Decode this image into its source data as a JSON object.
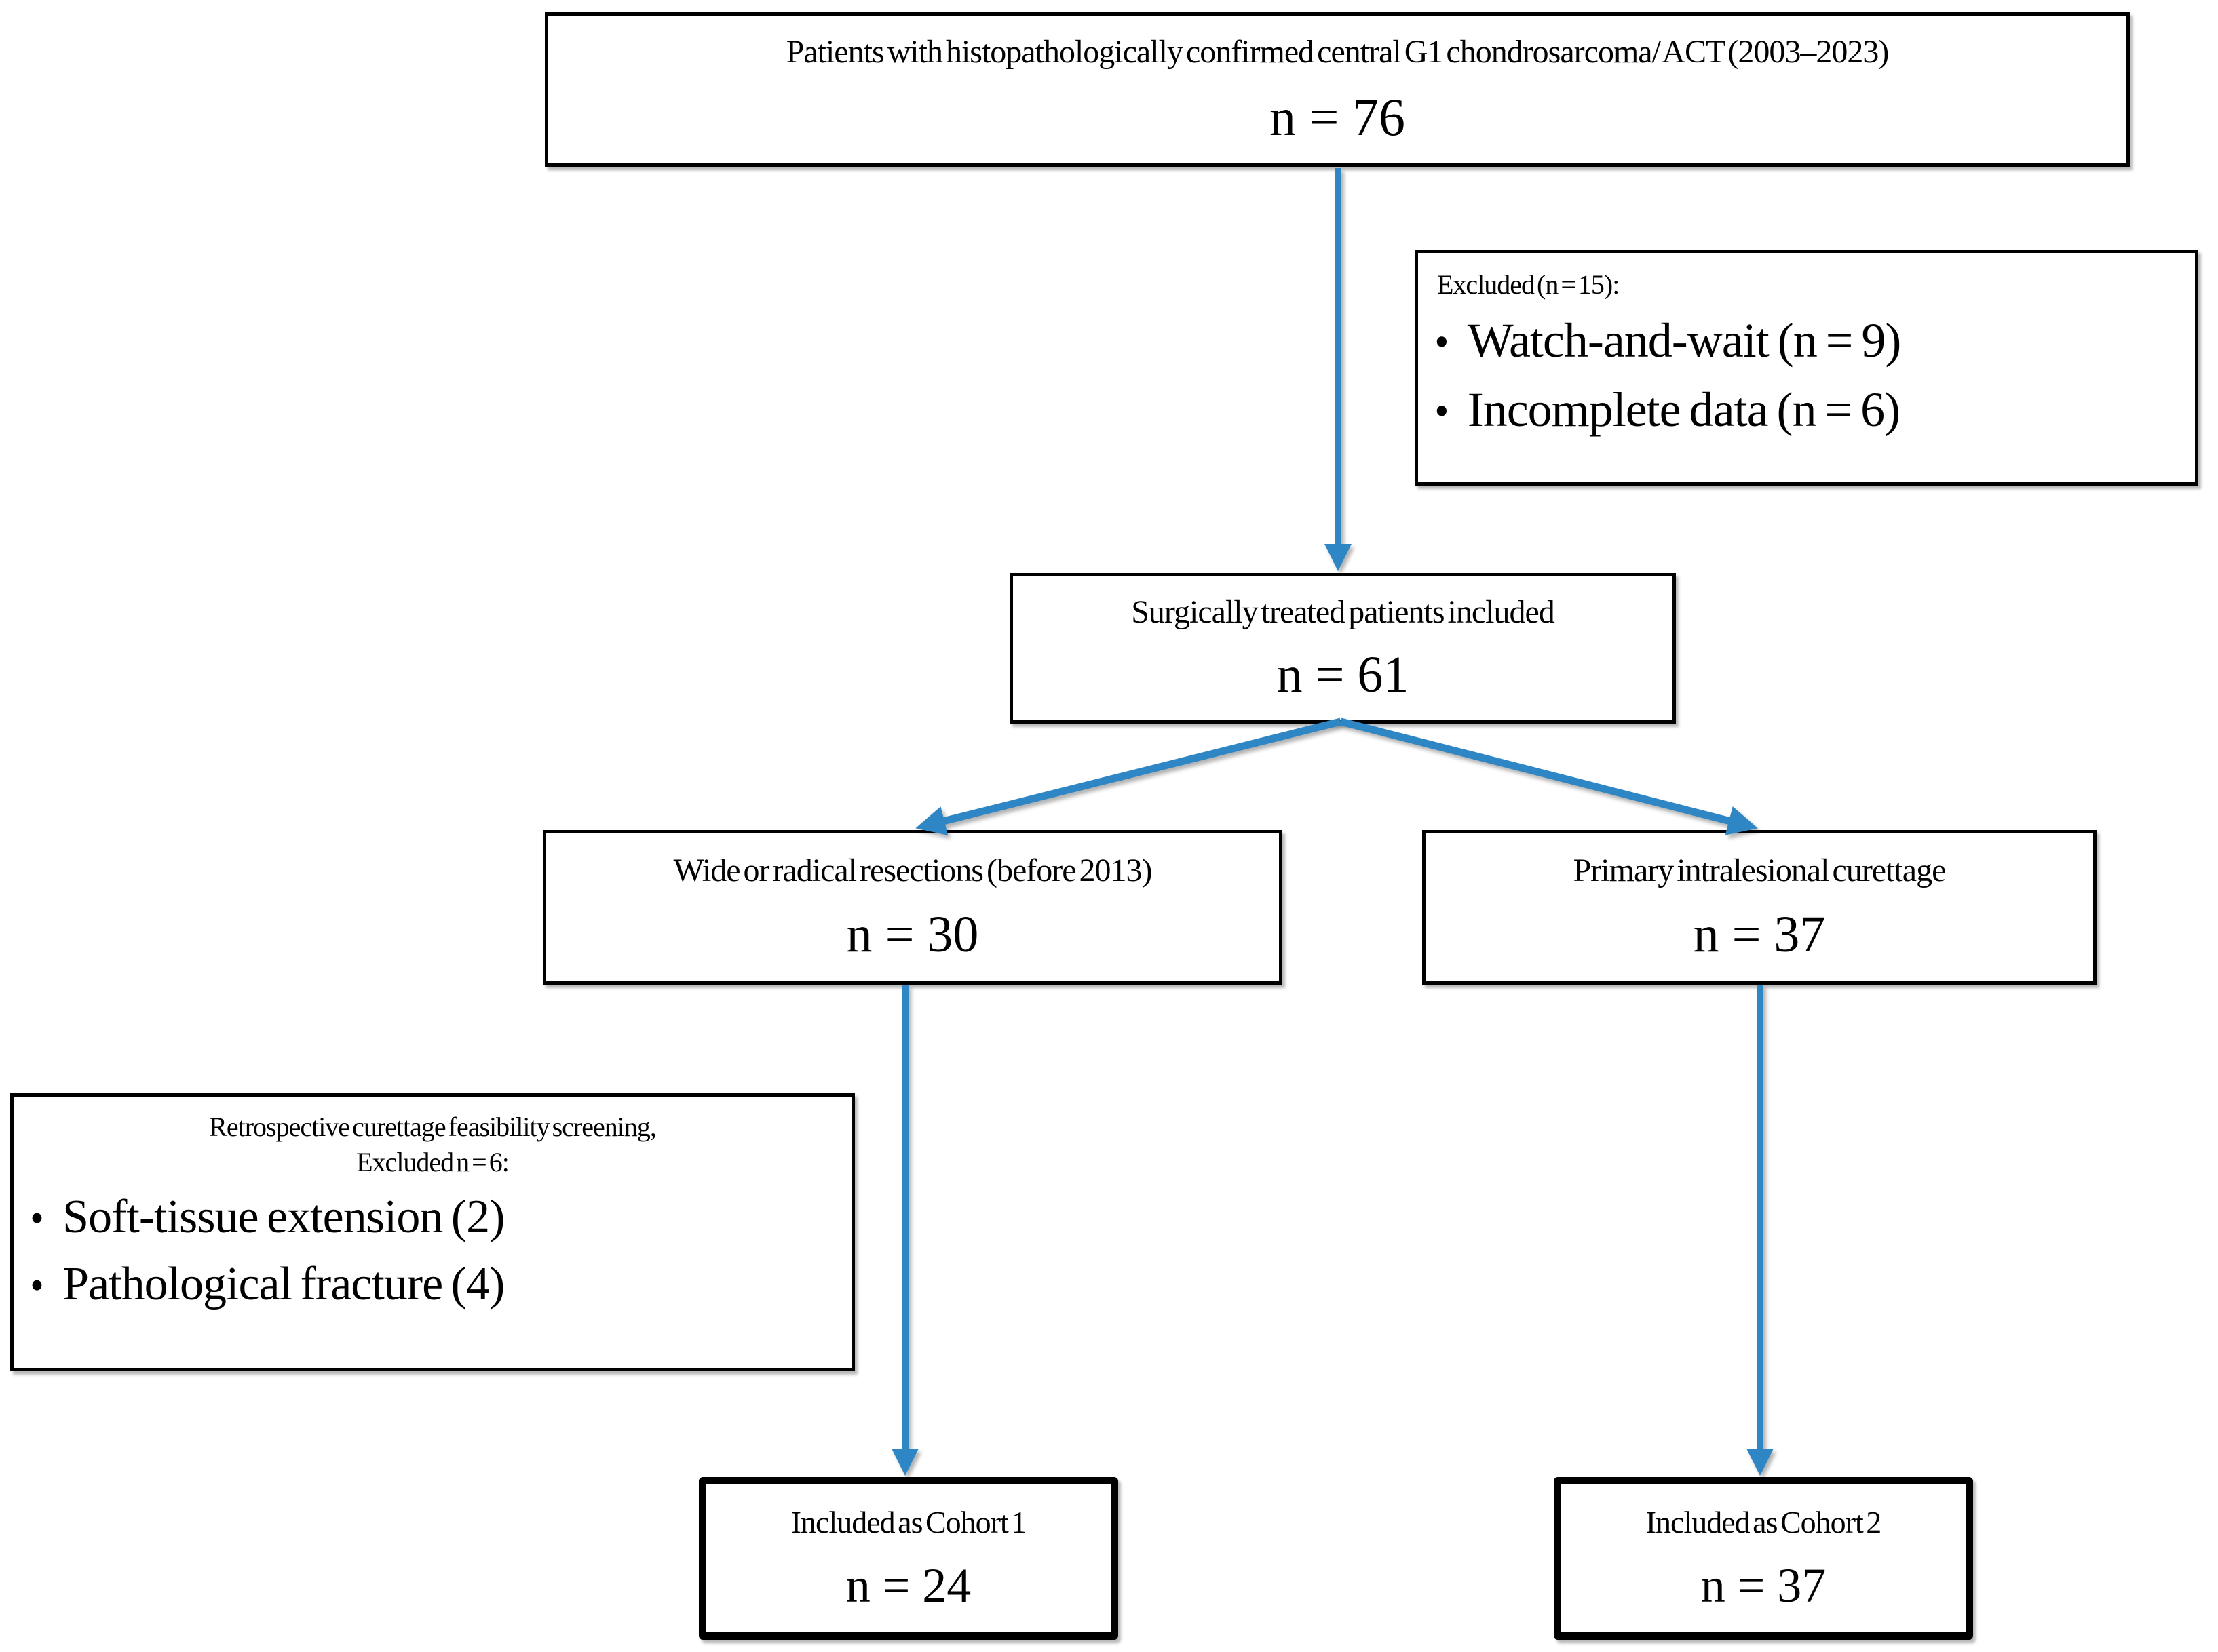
{
  "figure": {
    "type": "patient-flow-diagram",
    "colors": {
      "arrow": "#2f86c5",
      "border": "#000000",
      "text": "#000000",
      "background": "#ffffff"
    },
    "boxes": {
      "top": {
        "label": "Patients with histopathologically confirmed central G1 chondrosarcoma/ ACT (2003–2023)",
        "count": "n = 76"
      },
      "excluded": {
        "header": "Excluded (n = 15):",
        "items": [
          "Watch-and-wait (n = 9)",
          "Incomplete data (n = 6)"
        ]
      },
      "surgical": {
        "label": "Surgically treated patients included",
        "count": "n = 61"
      },
      "resection": {
        "label": "Wide or radical resections (before 2013)",
        "count": "n = 30"
      },
      "curettage": {
        "label": "Primary intralesional curettage",
        "count": "n = 37"
      },
      "screening": {
        "header_line1": "Retrospective curettage feasibility screening,",
        "header_line2": "Excluded n = 6:",
        "items": [
          "Soft-tissue extension (2)",
          "Pathological fracture (4)"
        ]
      },
      "cohort1": {
        "label": "Included as Cohort 1",
        "count": "n = 24"
      },
      "cohort2": {
        "label": "Included as Cohort 2",
        "count": "n = 37"
      }
    }
  }
}
